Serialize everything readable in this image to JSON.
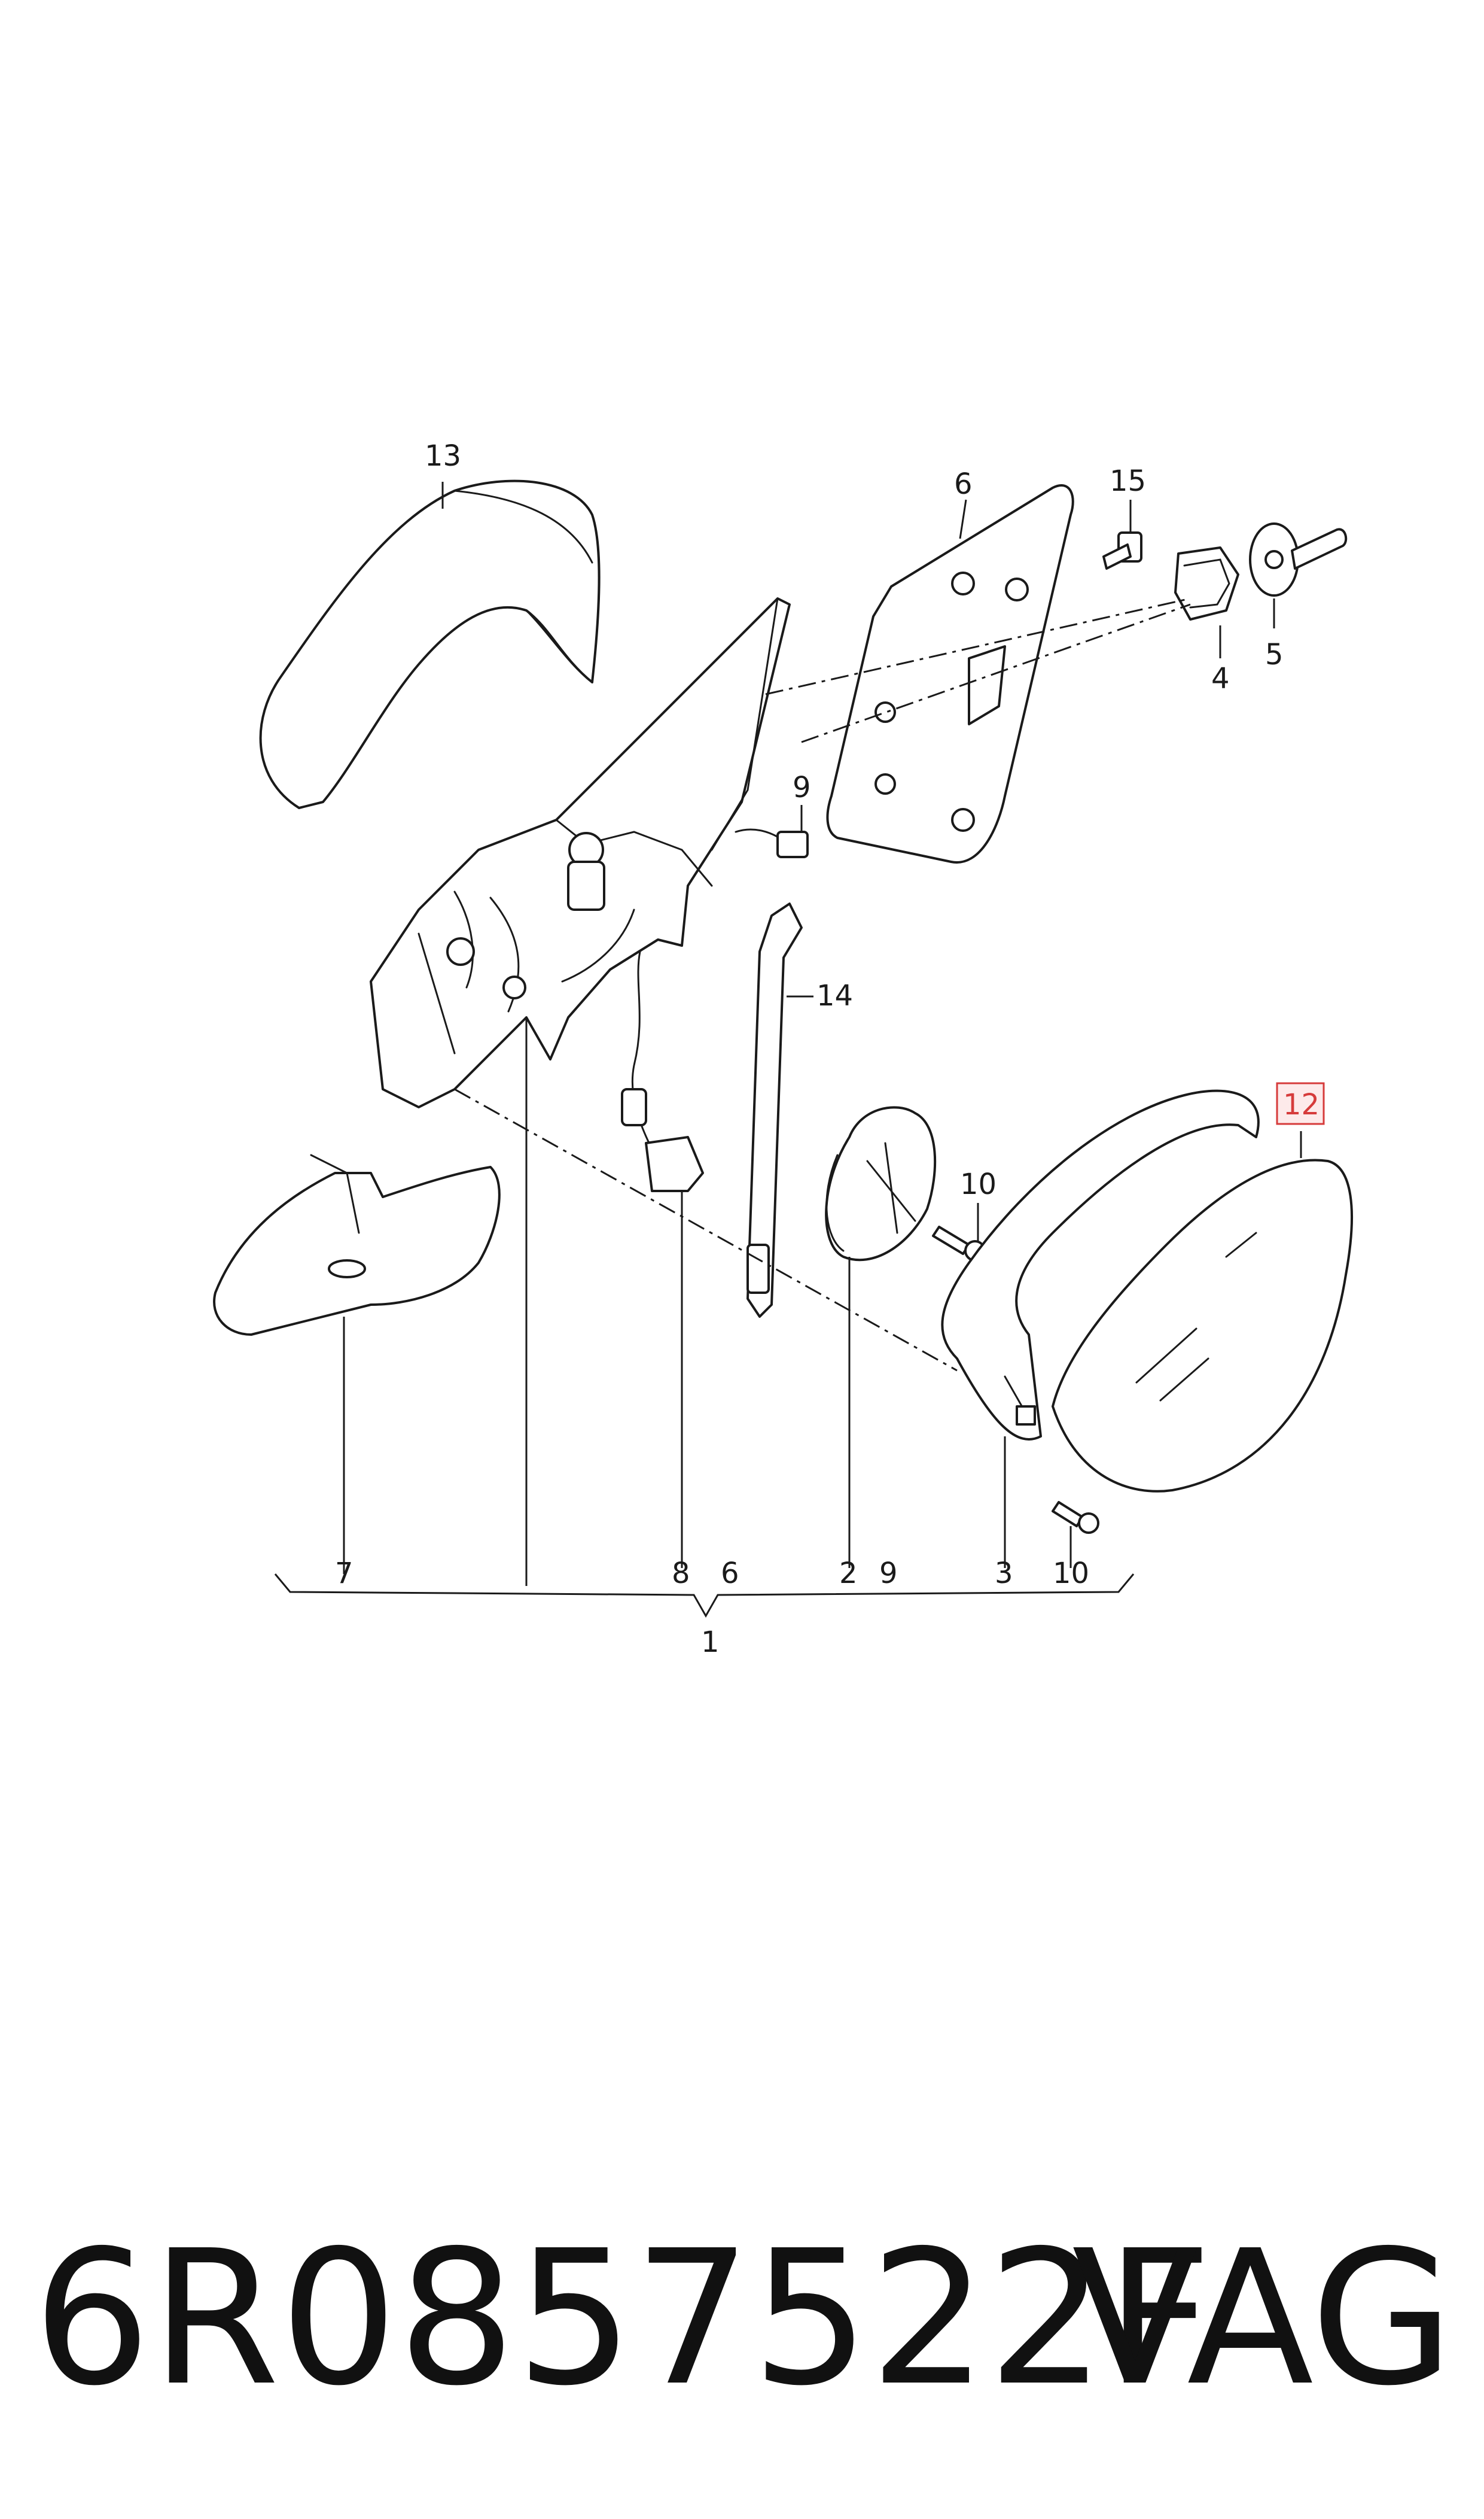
{
  "diagram": {
    "callouts": [
      {
        "id": "13",
        "text": "13"
      },
      {
        "id": "6a",
        "text": "6"
      },
      {
        "id": "15",
        "text": "15"
      },
      {
        "id": "4",
        "text": "4"
      },
      {
        "id": "5",
        "text": "5"
      },
      {
        "id": "9a",
        "text": "9"
      },
      {
        "id": "14",
        "text": "14"
      },
      {
        "id": "10a",
        "text": "10"
      },
      {
        "id": "12",
        "text": "12"
      },
      {
        "id": "7",
        "text": "7"
      },
      {
        "id": "8",
        "text": "8"
      },
      {
        "id": "6b",
        "text": "6"
      },
      {
        "id": "2",
        "text": "2"
      },
      {
        "id": "9b",
        "text": "9"
      },
      {
        "id": "3",
        "text": "3"
      },
      {
        "id": "10b",
        "text": "10"
      },
      {
        "id": "1",
        "text": "1"
      }
    ],
    "highlighted_callout": "12",
    "highlight_color": "#d63b3b"
  },
  "footer": {
    "part_number": "6R0857522F",
    "brand": "VAG"
  }
}
